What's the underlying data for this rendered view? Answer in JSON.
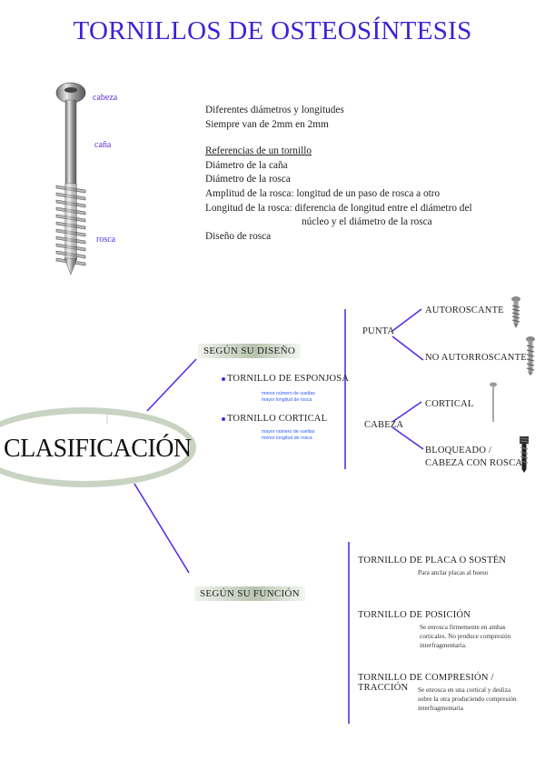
{
  "title": "TORNILLOS DE OSTEOSÍNTESIS",
  "screw_labels": {
    "head": "cabeza",
    "shaft": "caña",
    "thread": "rosca"
  },
  "info": {
    "line1": "Diferentes diámetros y longitudes",
    "line2": "Siempre van de 2mm en 2mm",
    "ref_heading": "Referencias de un tornillo",
    "ref1": "Diámetro de la caña",
    "ref2": "Diámetro de la rosca",
    "ref3": "Amplitud de la rosca: longitud de un paso de rosca a otro",
    "ref4a": "Longitud de la rosca: diferencia de longitud entre el diámetro del",
    "ref4b": "núcleo y el diámetro de la rosca",
    "ref5": "Diseño de rosca"
  },
  "center": "CLASIFICACIÓN",
  "design": {
    "label": "SEGÚN SU DISEÑO",
    "cancellous": "TORNILLO DE ESPONJOSA",
    "cancellous_note1": "menor número de vueltas",
    "cancellous_note2": "mayor longitud de rosca",
    "cortical": "TORNILLO CORTICAL",
    "cortical_note1": "mayor número de vueltas",
    "cortical_note2": "menor longitud de rosca",
    "tip": "PUNTA",
    "tip_opt1": "AUTOROSCANTE",
    "tip_opt2": "NO AUTORROSCANTE",
    "head": "CABEZA",
    "head_opt1": "CORTICAL",
    "head_opt2a": "BLOQUEADO /",
    "head_opt2b": "CABEZA CON ROSCA"
  },
  "function": {
    "label": "SEGÚN SU FUNCIÓN",
    "f1": "TORNILLO DE PLACA O SOSTÉN",
    "f1_note": "Para anclar placas al hueso",
    "f2": "TORNILLO DE POSICIÓN",
    "f2_note1": "Se enrosca firmemente en ambas",
    "f2_note2": "corticales. No produce compresión",
    "f2_note3": "interfragmentaria.",
    "f3": "TORNILLO DE COMPRESIÓN / TRACCIÓN",
    "f3_note1": "Se enrosca en una cortical y desliza",
    "f3_note2": "sobre la otra produciendo compresión",
    "f3_note3": "interfragmentaria"
  },
  "colors": {
    "title": "#3b22d6",
    "lines": "#5a2be8",
    "ellipse": "#c9d3c2"
  }
}
